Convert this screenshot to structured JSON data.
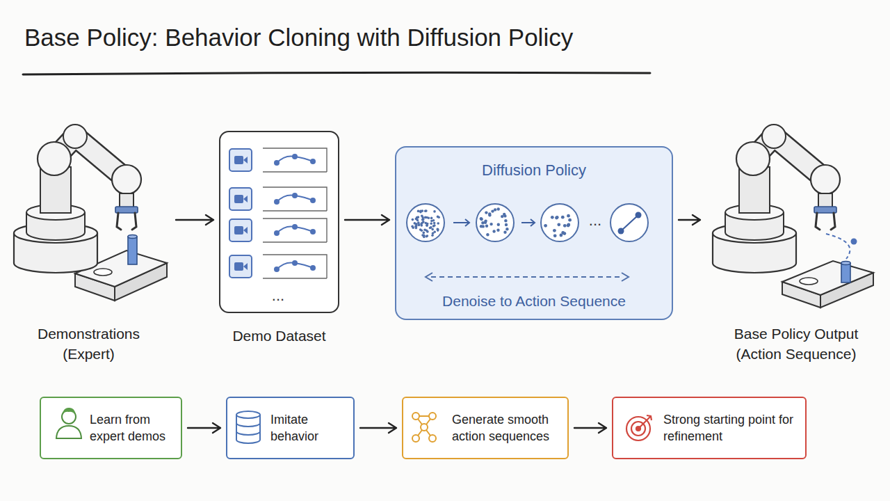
{
  "diagram": {
    "title": "Base Policy: Behavior Cloning with Diffusion Policy",
    "nodes": [
      {
        "text": [
          "Demonstrations (Expert)"
        ]
      },
      {
        "text": [
          "Demo Dataset"
        ]
      },
      {
        "text": [
          "Diffusion Policy",
          "Denoise to Action Sequence"
        ]
      },
      {
        "text": [
          "Base Policy Output (Action Sequence)"
        ]
      },
      {
        "text": [
          "Learn from expert demos"
        ]
      },
      {
        "text": [
          "Imitate behavior"
        ]
      },
      {
        "text": [
          "Generate smooth action sequences"
        ]
      },
      {
        "text": [
          "Strong starting point for refinement"
        ]
      }
    ],
    "edges": [
      {
        "from": 0,
        "to": 1,
        "arrow": "to"
      },
      {
        "from": 1,
        "to": 2,
        "arrow": "to"
      },
      {
        "from": 2,
        "to": 3,
        "arrow": "to"
      },
      {
        "from": 4,
        "to": 5,
        "arrow": "to"
      },
      {
        "from": 5,
        "to": 6,
        "arrow": "to"
      },
      {
        "from": 6,
        "to": 7,
        "arrow": "to"
      }
    ],
    "labels": [
      "...",
      "..."
    ]
  }
}
